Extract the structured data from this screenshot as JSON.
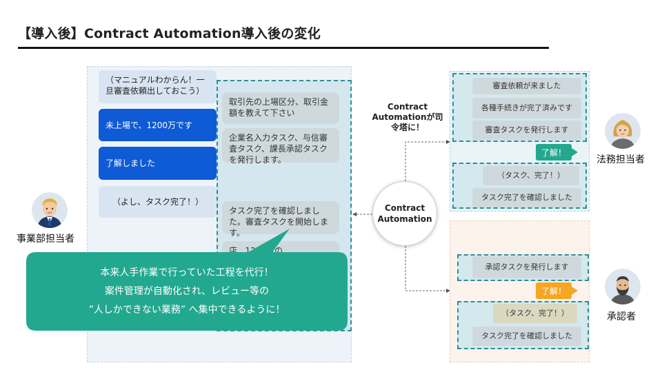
{
  "title": "【導入後】Contract Automation導入後の変化",
  "left_chat": {
    "user_messages": [
      "（マニュアルわからん！一旦審査依頼出しておこう）",
      "未上場で、1200万です",
      "了解しました",
      "（よし、タスク完了！）"
    ],
    "bot_messages": [
      "取引先の上場区分、取引金額を教えて下さい",
      "企業名入力タスク、与信審査タスク、課長承認タスクを発行します。",
      "タスク完了を確認しました。審査タスクを開始します。",
      "店...1200万の"
    ]
  },
  "callout": {
    "lines": [
      "本来人手作業で行っていた工程を代行！",
      "案件管理が自動化され、レビュー等の",
      "”人しかできない業務” へ集中できるように！"
    ]
  },
  "center": {
    "label": "Contract Automation",
    "command_label": "Contract Automationが司令塔に！"
  },
  "people": {
    "business": "事業部担当者",
    "legal": "法務担当者",
    "approver": "承認者"
  },
  "legal_flow": {
    "top_messages": [
      "審査依頼が来ました",
      "各種手続きが完了済みです",
      "審査タスクを発行します"
    ],
    "reply": "了解！",
    "bottom_messages": [
      "（タスク、完了！）",
      "タスク完了を確認しました"
    ]
  },
  "approver_flow": {
    "top_messages": [
      "承認タスクを発行します"
    ],
    "reply": "了解！",
    "bottom_messages": [
      "（タスク、完了！）",
      "タスク完了を確認しました"
    ]
  },
  "colors": {
    "teal": "#22a88f",
    "blue": "#0f5bd6",
    "orange": "#f5a623",
    "dashed_border": "#2e8c95"
  }
}
